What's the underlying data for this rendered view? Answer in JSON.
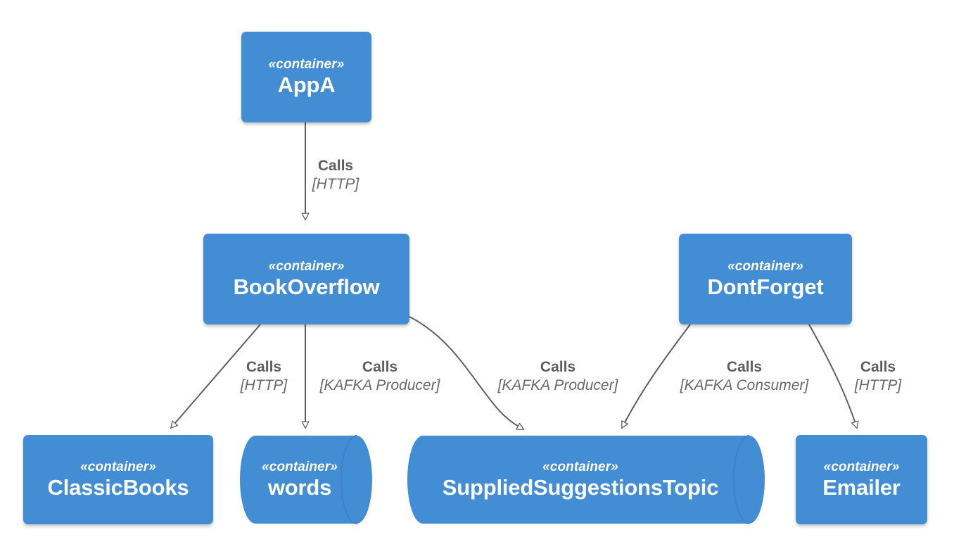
{
  "diagram": {
    "type": "c4-container-diagram",
    "background_color": "#ffffff",
    "node_fill_color": "#438dd5",
    "node_text_color": "#ffffff",
    "edge_color": "#5e5e5e",
    "edge_label_color": "#626262",
    "stereotype_text": "«container»"
  },
  "nodes": [
    {
      "id": "appa",
      "stereotype": "«container»",
      "title": "AppA",
      "shape": "box"
    },
    {
      "id": "bookoverflow",
      "stereotype": "«container»",
      "title": "BookOverflow",
      "shape": "box"
    },
    {
      "id": "dontforget",
      "stereotype": "«container»",
      "title": "DontForget",
      "shape": "box"
    },
    {
      "id": "classicbooks",
      "stereotype": "«container»",
      "title": "ClassicBooks",
      "shape": "box"
    },
    {
      "id": "words",
      "stereotype": "«container»",
      "title": "words",
      "shape": "cylinder"
    },
    {
      "id": "suppliedsuggestionstopic",
      "stereotype": "«container»",
      "title": "SuppliedSuggestionsTopic",
      "shape": "cylinder"
    },
    {
      "id": "emailer",
      "stereotype": "«container»",
      "title": "Emailer",
      "shape": "box"
    }
  ],
  "edges": [
    {
      "id": "appa-to-bookoverflow",
      "from": "appa",
      "to": "bookoverflow",
      "verb": "Calls",
      "technology": "[HTTP]"
    },
    {
      "id": "bookoverflow-to-classicbooks",
      "from": "bookoverflow",
      "to": "classicbooks",
      "verb": "Calls",
      "technology": "[HTTP]"
    },
    {
      "id": "bookoverflow-to-words",
      "from": "bookoverflow",
      "to": "words",
      "verb": "Calls",
      "technology": "[KAFKA Producer]"
    },
    {
      "id": "bookoverflow-to-topic",
      "from": "bookoverflow",
      "to": "suppliedsuggestionstopic",
      "verb": "Calls",
      "technology": "[KAFKA Producer]"
    },
    {
      "id": "dontforget-to-topic",
      "from": "dontforget",
      "to": "suppliedsuggestionstopic",
      "verb": "Calls",
      "technology": "[KAFKA Consumer]"
    },
    {
      "id": "dontforget-to-emailer",
      "from": "dontforget",
      "to": "emailer",
      "verb": "Calls",
      "technology": "[HTTP]"
    }
  ]
}
